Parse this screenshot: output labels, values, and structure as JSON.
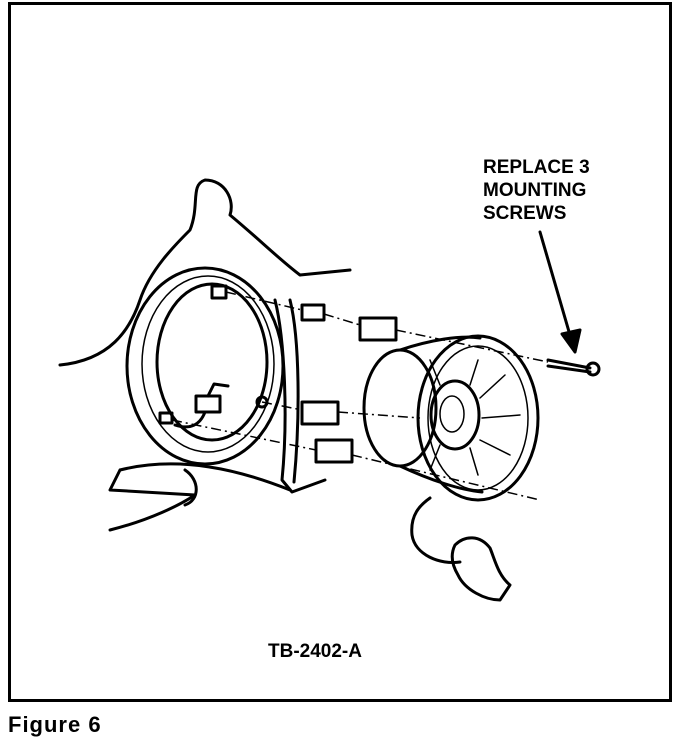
{
  "callout": {
    "line1": "REPLACE 3",
    "line2": "MOUNTING",
    "line3": "SCREWS"
  },
  "part_number": "TB-2402-A",
  "caption": "Figure 6"
}
